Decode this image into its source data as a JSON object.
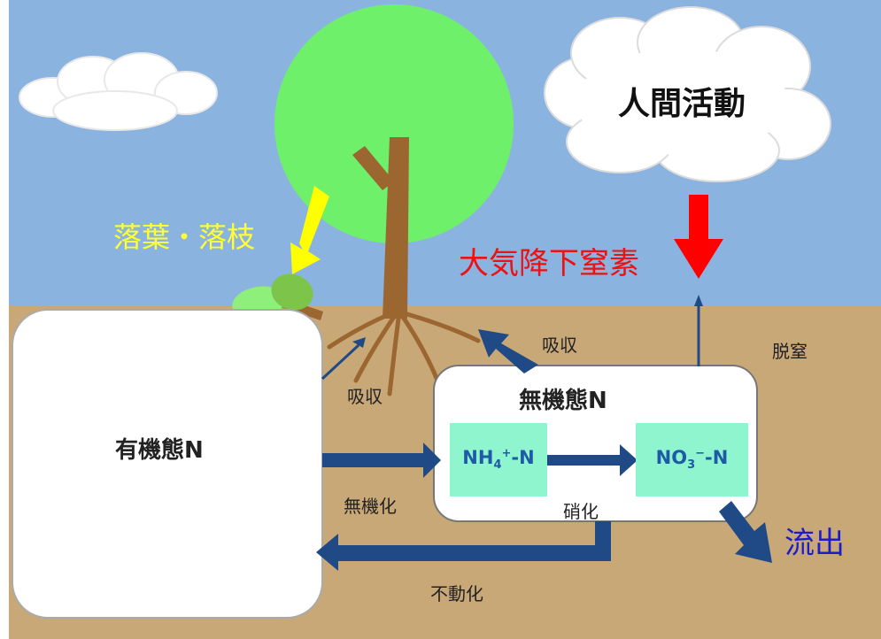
{
  "labels": {
    "human_activity": "人間活動",
    "litterfall": "落葉・落枝",
    "atmospheric_deposition": "大気降下窒素",
    "denitrification": "脱窒",
    "absorption_left": "吸収",
    "absorption_right": "吸収",
    "organic_n": "有機態N",
    "inorganic_n": "無機態N",
    "mineralization": "無機化",
    "nitrification": "硝化",
    "immobilization": "不動化",
    "outflow": "流出",
    "ammonium": {
      "base": "NH",
      "sub": "4",
      "sup": "+",
      "suffix": "-N"
    },
    "nitrate": {
      "base": "NO",
      "sub": "3",
      "sup": "−",
      "suffix": "-N"
    }
  },
  "colors": {
    "sky": "#8bb3e0",
    "soil": "#c9a878",
    "tree_crown": "#6ef06a",
    "trunk": "#9b6630",
    "arrow_blue": "#1f4a86",
    "litter_arrow": "#ffff00",
    "deposition_arrow": "#ff0000",
    "litterfall_text": "#ffff33",
    "deposition_text": "#ee1111",
    "outflow_text": "#1c1cc8",
    "n_box_fill": "#8ff5cf",
    "n_box_text": "#1e5aa6"
  }
}
